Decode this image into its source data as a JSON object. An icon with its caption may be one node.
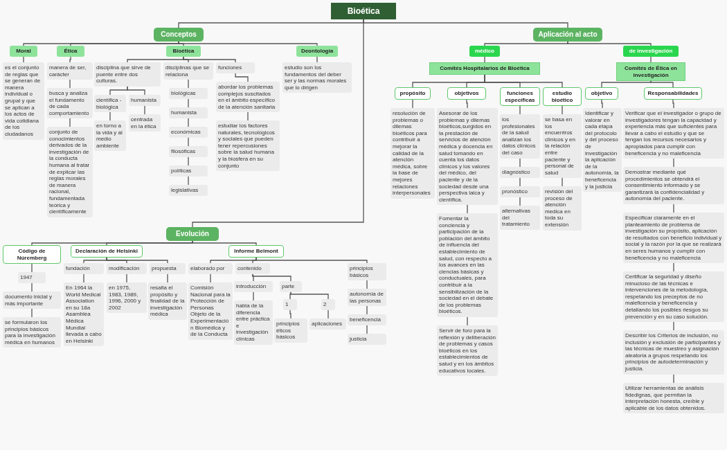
{
  "diagram": {
    "nodes": [
      {
        "text": [
          "Bioética"
        ]
      },
      {
        "text": [
          "Conceptos"
        ]
      },
      {
        "text": [
          "Moral"
        ]
      },
      {
        "text": [
          "es el conjunto de reglas que se generan de manera individual o grupal y que se aplican a los actos de vida cotidiana de los ciudadanos"
        ]
      },
      {
        "text": [
          "Ética"
        ]
      },
      {
        "text": [
          "manera de ser, carácter"
        ]
      },
      {
        "text": [
          "busca y analiza el fundamento de cada comportamiento"
        ]
      },
      {
        "text": [
          "conjunto de conocimientos derivados de la investigación de la conducta humana al tratar de explicar las reglas morales de manera racional, fundamentada teórica y científicamente"
        ]
      },
      {
        "text": [
          "Bioética"
        ]
      },
      {
        "text": [
          "disciplina que sirve de puente entre dos culturas."
        ]
      },
      {
        "text": [
          "científica - biológica"
        ]
      },
      {
        "text": [
          "en torno a la vida y al medio ambiente"
        ]
      },
      {
        "text": [
          "humanista"
        ]
      },
      {
        "text": [
          "centrada en la ética"
        ]
      },
      {
        "text": [
          "disciplinas que se relaciona"
        ]
      },
      {
        "text": [
          "biológicas"
        ]
      },
      {
        "text": [
          "humanista"
        ]
      },
      {
        "text": [
          "económicas"
        ]
      },
      {
        "text": [
          "filosóficas"
        ]
      },
      {
        "text": [
          "políticas"
        ]
      },
      {
        "text": [
          "legislativas"
        ]
      },
      {
        "text": [
          "funciones"
        ]
      },
      {
        "text": [
          "abordar los problemas complejos suscitados en el ámbito específico de la atención sanitaria"
        ]
      },
      {
        "text": [
          "estudiar los factores naturales, tecnológicos y sociales que pueden tener repercusiones sobre la salud humana y la biosfera en su conjunto"
        ]
      },
      {
        "text": [
          "Deontología"
        ]
      },
      {
        "text": [
          "estudio son los fundamentos del deber ser y las normas morales que lo dirigen"
        ]
      },
      {
        "text": [
          "Evolución"
        ]
      },
      {
        "text": [
          "Código de Núremberg"
        ]
      },
      {
        "text": [
          "1947"
        ]
      },
      {
        "text": [
          "documento inicial y más importante"
        ]
      },
      {
        "text": [
          "se formularon los principios básicos para la investigación médica en humanos"
        ]
      },
      {
        "text": [
          "Declaración de Helsinki"
        ]
      },
      {
        "text": [
          "fundación"
        ]
      },
      {
        "text": [
          "En 1964 la World Medical Association en su 18a Asamblea Médica Mundial llevada a cabo en Helsinki"
        ]
      },
      {
        "text": [
          "modificación"
        ]
      },
      {
        "text": [
          "en 1975, 1983, 1989, 1996, 2000 y 2002"
        ]
      },
      {
        "text": [
          "propuesta"
        ]
      },
      {
        "text": [
          "resalta el propósito y finalidad de la investigación médica"
        ]
      },
      {
        "text": [
          "Informe Belmont"
        ]
      },
      {
        "text": [
          "elaborado por"
        ]
      },
      {
        "text": [
          "Comisión Nacional para la Protección de Personas Objeto de la Experimentación Biomédica y de la Conducta"
        ]
      },
      {
        "text": [
          "contenido"
        ]
      },
      {
        "text": [
          "introducción"
        ]
      },
      {
        "text": [
          "habla de la diferencia entre práctica e investigación clínicas"
        ]
      },
      {
        "text": [
          "parte"
        ]
      },
      {
        "text": [
          "1"
        ]
      },
      {
        "text": [
          "principios éticos básicos"
        ]
      },
      {
        "text": [
          "2"
        ]
      },
      {
        "text": [
          "aplicaciones"
        ]
      },
      {
        "text": [
          "principios básicos"
        ]
      },
      {
        "text": [
          "autonomía de las personas"
        ]
      },
      {
        "text": [
          "beneficencia"
        ]
      },
      {
        "text": [
          "justicia"
        ]
      },
      {
        "text": [
          "Aplicación al acto"
        ]
      },
      {
        "text": [
          "médico"
        ]
      },
      {
        "text": [
          "Comités Hospitalarios de Bioética"
        ]
      },
      {
        "text": [
          "propósito"
        ]
      },
      {
        "text": [
          "resolución de problemas o dilemas bioéticos para contribuir a mejorar la calidad de la atención médica, sobre la base de mejores relaciones interpersonales"
        ]
      },
      {
        "text": [
          "objetivos"
        ]
      },
      {
        "text": [
          "Asesorar de los problemas y dilemas bioéticos,surgidos en la prestación de servicios de atención médica y docencia en salud tomando en cuenta los datos clínicos y los valores del médico, del paciente y de la sociedad desde una perspectiva laica y científica."
        ]
      },
      {
        "text": [
          "Fomentar la conciencia y participación de la población del ámbito de influencia del establecimiento de salud, con respecto a los avances en las ciencias básicas y conductuales, para contribuir a la sensibilización de la sociedad en el debate de los problemas bioéticos."
        ]
      },
      {
        "text": [
          "Servir de foro para la reflexión y deliberación de problemas y casos bioéticos en los establecimientos de salud y en los ámbitos educativos locales."
        ]
      },
      {
        "text": [
          "funciones específicas"
        ]
      },
      {
        "text": [
          "los profesionales de la salud analizan los datos clínicos del caso"
        ]
      },
      {
        "text": [
          "diagnóstico"
        ]
      },
      {
        "text": [
          "pronóstico"
        ]
      },
      {
        "text": [
          "alternativas del tratamiento"
        ]
      },
      {
        "text": [
          "estudio bioético"
        ]
      },
      {
        "text": [
          "se basa en los encuentros clínicos y en la relación entre paciente y personal de salud"
        ]
      },
      {
        "text": [
          "revisión del proceso de atención medica en toda su extensión"
        ]
      },
      {
        "text": [
          "de investigación"
        ]
      },
      {
        "text": [
          "Comités de Ética en investigación"
        ]
      },
      {
        "text": [
          "objetivo"
        ]
      },
      {
        "text": [
          "Identificar y valorar en cada etapa del protocolo y del proceso de investigación la aplicación de la autonomía, la beneficencia y la justicia"
        ]
      },
      {
        "text": [
          "Responsabilidades"
        ]
      },
      {
        "text": [
          "Verificar que el investigador o grupo de investigadores tengan la capacidad y experiencia más que suficientes para llevar a cabo el estudio y que se tengan los recursos necesarios y apropiados para cumplir con beneficencia y no maleficencia"
        ]
      },
      {
        "text": [
          "Demostrar mediante qué procedimientos se obtendrá el consentimiento informado y se garantizará la confidencialidad y autonomía del paciente."
        ]
      },
      {
        "text": [
          "Especificar claramente en el planteamiento de problema de investigación su propósito, aplicación de resultados con beneficio individual y social y la razón por la que se realizará en seres humanos y cumplir con beneficencia y no maleficencia"
        ]
      },
      {
        "text": [
          "Certificar la seguridad y diseño minucioso de las técnicas e intervenciones de la metodología, respetando los preceptos de no maleficencia y beneficencia y detallando los posibles riesgos su prevención y en su caso solución."
        ]
      },
      {
        "text": [
          "Describir los Criterios de inclusión, no inclusión y exclusión de participantes y las técnicas de muestreo y asignación aleatoria a grupos respetando los principios de autodeterminación y justicia."
        ]
      },
      {
        "text": [
          "Utilizar herramientas de análisis fidedignas, que permitan la interpretación honesta, creíble y aplicable de los datos obtenidos."
        ]
      }
    ],
    "edges": [
      {
        "from": 0,
        "to": 1,
        "arrow": "none"
      },
      {
        "from": 1,
        "to": 2,
        "arrow": "none"
      },
      {
        "from": 2,
        "to": 3,
        "arrow": "none"
      },
      {
        "from": 1,
        "to": 4,
        "arrow": "none"
      },
      {
        "from": 4,
        "to": 5,
        "arrow": "none"
      },
      {
        "from": 5,
        "to": 6,
        "arrow": "none"
      },
      {
        "from": 6,
        "to": 7,
        "arrow": "none"
      },
      {
        "from": 1,
        "to": 8,
        "arrow": "none"
      },
      {
        "from": 8,
        "to": 9,
        "arrow": "none"
      },
      {
        "from": 9,
        "to": 10,
        "arrow": "none"
      },
      {
        "from": 10,
        "to": 11,
        "arrow": "none"
      },
      {
        "from": 9,
        "to": 12,
        "arrow": "none"
      },
      {
        "from": 12,
        "to": 13,
        "arrow": "none"
      },
      {
        "from": 8,
        "to": 14,
        "arrow": "none"
      },
      {
        "from": 14,
        "to": 15,
        "arrow": "none"
      },
      {
        "from": 15,
        "to": 16,
        "arrow": "none"
      },
      {
        "from": 16,
        "to": 17,
        "arrow": "none"
      },
      {
        "from": 17,
        "to": 18,
        "arrow": "none"
      },
      {
        "from": 18,
        "to": 19,
        "arrow": "none"
      },
      {
        "from": 19,
        "to": 20,
        "arrow": "none"
      },
      {
        "from": 8,
        "to": 21,
        "arrow": "none"
      },
      {
        "from": 21,
        "to": 22,
        "arrow": "none"
      },
      {
        "from": 22,
        "to": 23,
        "arrow": "none"
      },
      {
        "from": 1,
        "to": 24,
        "arrow": "none"
      },
      {
        "from": 24,
        "to": 25,
        "arrow": "none"
      },
      {
        "from": 0,
        "to": 26,
        "arrow": "none"
      },
      {
        "from": 26,
        "to": 27,
        "arrow": "none"
      },
      {
        "from": 27,
        "to": 28,
        "arrow": "none"
      },
      {
        "from": 28,
        "to": 29,
        "arrow": "none"
      },
      {
        "from": 29,
        "to": 30,
        "arrow": "none"
      },
      {
        "from": 26,
        "to": 31,
        "arrow": "none"
      },
      {
        "from": 31,
        "to": 32,
        "arrow": "none"
      },
      {
        "from": 32,
        "to": 33,
        "arrow": "none"
      },
      {
        "from": 31,
        "to": 34,
        "arrow": "none"
      },
      {
        "from": 34,
        "to": 35,
        "arrow": "none"
      },
      {
        "from": 31,
        "to": 36,
        "arrow": "none"
      },
      {
        "from": 36,
        "to": 37,
        "arrow": "none"
      },
      {
        "from": 26,
        "to": 38,
        "arrow": "none"
      },
      {
        "from": 38,
        "to": 39,
        "arrow": "none"
      },
      {
        "from": 39,
        "to": 40,
        "arrow": "none"
      },
      {
        "from": 38,
        "to": 41,
        "arrow": "none"
      },
      {
        "from": 41,
        "to": 42,
        "arrow": "none"
      },
      {
        "from": 42,
        "to": 43,
        "arrow": "none"
      },
      {
        "from": 41,
        "to": 44,
        "arrow": "none"
      },
      {
        "from": 44,
        "to": 45,
        "arrow": "none"
      },
      {
        "from": 45,
        "to": 46,
        "arrow": "none"
      },
      {
        "from": 44,
        "to": 47,
        "arrow": "none"
      },
      {
        "from": 47,
        "to": 48,
        "arrow": "none"
      },
      {
        "from": 38,
        "to": 49,
        "arrow": "none"
      },
      {
        "from": 49,
        "to": 50,
        "arrow": "none"
      },
      {
        "from": 50,
        "to": 51,
        "arrow": "none"
      },
      {
        "from": 51,
        "to": 52,
        "arrow": "none"
      },
      {
        "from": 0,
        "to": 53,
        "arrow": "none"
      },
      {
        "from": 53,
        "to": 54,
        "arrow": "none"
      },
      {
        "from": 54,
        "to": 55,
        "arrow": "none"
      },
      {
        "from": 55,
        "to": 56,
        "arrow": "none"
      },
      {
        "from": 56,
        "to": 57,
        "arrow": "none"
      },
      {
        "from": 55,
        "to": 58,
        "arrow": "none"
      },
      {
        "from": 58,
        "to": 59,
        "arrow": "none"
      },
      {
        "from": 59,
        "to": 60,
        "arrow": "none"
      },
      {
        "from": 60,
        "to": 61,
        "arrow": "none"
      },
      {
        "from": 55,
        "to": 62,
        "arrow": "none"
      },
      {
        "from": 62,
        "to": 63,
        "arrow": "none"
      },
      {
        "from": 63,
        "to": 64,
        "arrow": "none"
      },
      {
        "from": 64,
        "to": 65,
        "arrow": "none"
      },
      {
        "from": 65,
        "to": 66,
        "arrow": "none"
      },
      {
        "from": 55,
        "to": 67,
        "arrow": "none"
      },
      {
        "from": 67,
        "to": 68,
        "arrow": "none"
      },
      {
        "from": 68,
        "to": 69,
        "arrow": "none"
      },
      {
        "from": 53,
        "to": 70,
        "arrow": "none"
      },
      {
        "from": 70,
        "to": 71,
        "arrow": "none"
      },
      {
        "from": 71,
        "to": 72,
        "arrow": "none"
      },
      {
        "from": 72,
        "to": 73,
        "arrow": "none"
      },
      {
        "from": 71,
        "to": 74,
        "arrow": "none"
      },
      {
        "from": 74,
        "to": 75,
        "arrow": "none"
      },
      {
        "from": 75,
        "to": 76,
        "arrow": "none"
      },
      {
        "from": 76,
        "to": 77,
        "arrow": "none"
      },
      {
        "from": 77,
        "to": 78,
        "arrow": "none"
      },
      {
        "from": 78,
        "to": 79,
        "arrow": "none"
      },
      {
        "from": 79,
        "to": 80,
        "arrow": "none"
      }
    ]
  }
}
